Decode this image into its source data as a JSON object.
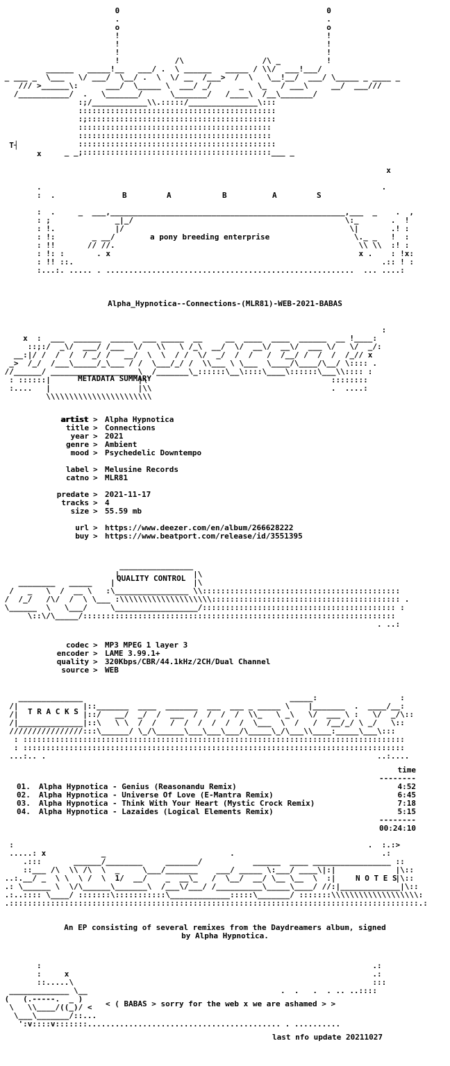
{
  "logo": {
    "art": "                         0                                             0\n                         .                                             .\n                         o                                             o\n                         !                                             !\n                         !                                             !\n                         !                                             !\n                         !            /\\                 /\\ _          !\n          ______   _____!__   ___/ .  \\ ______   _____ / \\\\/  ___!___/\n _ ___ _  \\___   \\/ ___/  \\__/ .  \\  \\/ __  /___>  /  \\   \\__!__/  ___/ \\_____ _ ____ _\n    /// >______\\:      ___/  \\_____ \\  ___/ _/      _   \\_   / ___\\     __/  ___///\n   /___________/  .   \\_______/      \\_______/   /____\\  /__\\_______/\n                 :;/____________\\\\.:::::/_______________\\:::\n                 :::::::::::::::::::::::::::::::::::::::::::\n                 :;:::::::::::::::::::::::::::::::::::::::::\n                 ::::::::::::::::::::::::::::::::::::::::::\n                 ::::::::::::::::::::::::::::::::::::::::::\n                 :::::::::::::::::::::::::::::::::::::::::::\n              _ _;:::::::::::::::::::::::::::::::::::::::::___ _",
    "mark_left": "T┤",
    "x_left": "x",
    "x_right": "x",
    "letters": [
      "B",
      "A",
      "B",
      "A",
      "S"
    ],
    "tagline": "a pony breeding enterprise"
  },
  "release": "Alpha_Hypnotica--Connections-(MLR81)-WEB-2021-BABAS",
  "sections": {
    "metadata": "METADATA SUMMARY",
    "quality": "QUALITY CONTROL",
    "tracks": "T R A C K S",
    "notes": "N O T E S"
  },
  "metadata": [
    {
      "key": "artist",
      "value": "Alpha Hypnotica"
    },
    {
      "key": "title",
      "value": "Connections"
    },
    {
      "key": "year",
      "value": "2021"
    },
    {
      "key": "genre",
      "value": "Ambient"
    },
    {
      "key": "mood",
      "value": "Psychedelic Downtempo"
    },
    {
      "key": "label",
      "value": "Melusine Records"
    },
    {
      "key": "catno",
      "value": "MLR81"
    },
    {
      "key": "predate",
      "value": "2021-11-17"
    },
    {
      "key": "tracks",
      "value": "4"
    },
    {
      "key": "size",
      "value": "55.59 mb"
    },
    {
      "key": "url",
      "value": "https://www.deezer.com/en/album/266628222"
    },
    {
      "key": "buy",
      "value": "https://www.beatport.com/release/id/3551395"
    }
  ],
  "quality": [
    {
      "key": "codec",
      "value": "MP3 MPEG 1 layer 3"
    },
    {
      "key": "encoder",
      "value": "LAME 3.99.1+"
    },
    {
      "key": "quality",
      "value": "320Kbps/CBR/44.1kHz/2CH/Dual Channel"
    },
    {
      "key": "source",
      "value": "WEB"
    }
  ],
  "tracklist": {
    "time_header": "time",
    "items": [
      {
        "num": "01.",
        "title": "Alpha Hypnotica - Genius (Reasonandu Remix)",
        "time": "4:52"
      },
      {
        "num": "02.",
        "title": "Alpha Hypnotica - Universe Of Love (E-Mantra Remix)",
        "time": "6:45"
      },
      {
        "num": "03.",
        "title": "Alpha Hypnotica - Think With Your Heart (Mystic Crock Remix)",
        "time": "7:18"
      },
      {
        "num": "04.",
        "title": "Alpha Hypnotica - Lazaides (Logical Elements Remix)",
        "time": "5:15"
      }
    ],
    "total": "00:24:10"
  },
  "notes": {
    "line1": "An EP consisting of several remixes from the Daydreamers album, signed",
    "line2": "by Alpha Hypnotica."
  },
  "footer": {
    "banner": "< ( BABAS > sorry for the web x we are ashamed > >",
    "update": "last nfo update 20211027"
  }
}
